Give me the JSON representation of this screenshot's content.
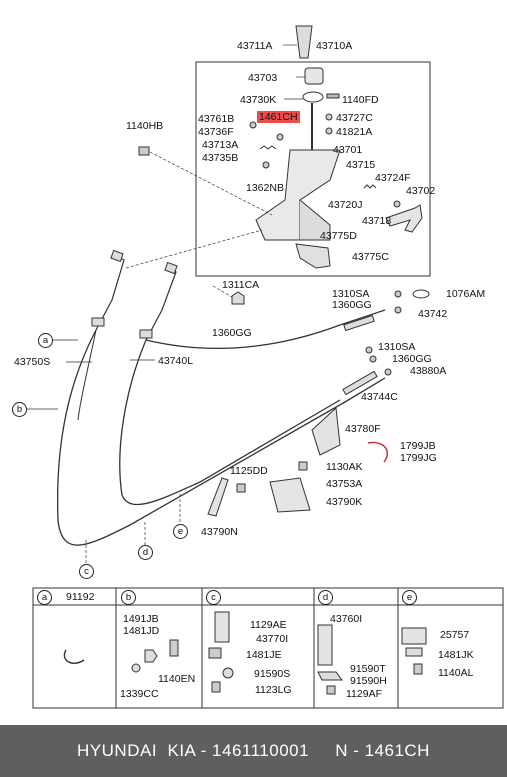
{
  "parts": {
    "p43711A": "43711A",
    "p43710A": "43710A",
    "p43703": "43703",
    "p43730K": "43730K",
    "p1140FD": "1140FD",
    "p43761B": "43761B",
    "p1461CH": "1461CH",
    "p43727C": "43727C",
    "p43736F": "43736F",
    "p41821A": "41821A",
    "p1140HB": "1140HB",
    "p43713A": "43713A",
    "p43701": "43701",
    "p43735B": "43735B",
    "p43715": "43715",
    "p43724F": "43724F",
    "p1362NB": "1362NB",
    "p43702": "43702",
    "p43720J": "43720J",
    "p43718": "43718",
    "p43775D": "43775D",
    "p43775C": "43775C",
    "p1311CA": "1311CA",
    "p1310SA_1": "1310SA",
    "p1076AM": "1076AM",
    "p1360GG_1": "1360GG",
    "p43742": "43742",
    "p1360GG_2": "1360GG",
    "p43750S": "43750S",
    "p43740L": "43740L",
    "p1310SA_2": "1310SA",
    "p1360GG_3": "1360GG",
    "p43880A": "43880A",
    "p43744C": "43744C",
    "p43780F": "43780F",
    "p1799JB": "1799JB",
    "p1799JG": "1799JG",
    "p1125DD": "1125DD",
    "p1130AK": "1130AK",
    "p43753A": "43753A",
    "p43790K": "43790K",
    "p43790N": "43790N"
  },
  "callouts": {
    "a": "a",
    "b": "b",
    "c": "c",
    "d": "d",
    "e": "e"
  },
  "legend": {
    "a": {
      "letter": "a",
      "part": "91192"
    },
    "b": {
      "letter": "b",
      "parts": [
        "1491JB",
        "1481JD",
        "1140EN",
        "1339CC"
      ]
    },
    "c": {
      "letter": "c",
      "parts": [
        "1129AE",
        "43770I",
        "1481JE",
        "91590S",
        "1123LG"
      ]
    },
    "d": {
      "letter": "d",
      "parts": [
        "43760I",
        "91590T",
        "91590H",
        "1129AF"
      ]
    },
    "e": {
      "letter": "e",
      "parts": [
        "25757",
        "1481JK",
        "1140AL"
      ]
    }
  },
  "footer": {
    "text": "HYUNDAI  KIA - 1461110001     N - 1461CH"
  },
  "colors": {
    "highlight": "#ef4b4b",
    "footer_bg": "#5f5f5f",
    "footer_text": "#ffffff"
  }
}
